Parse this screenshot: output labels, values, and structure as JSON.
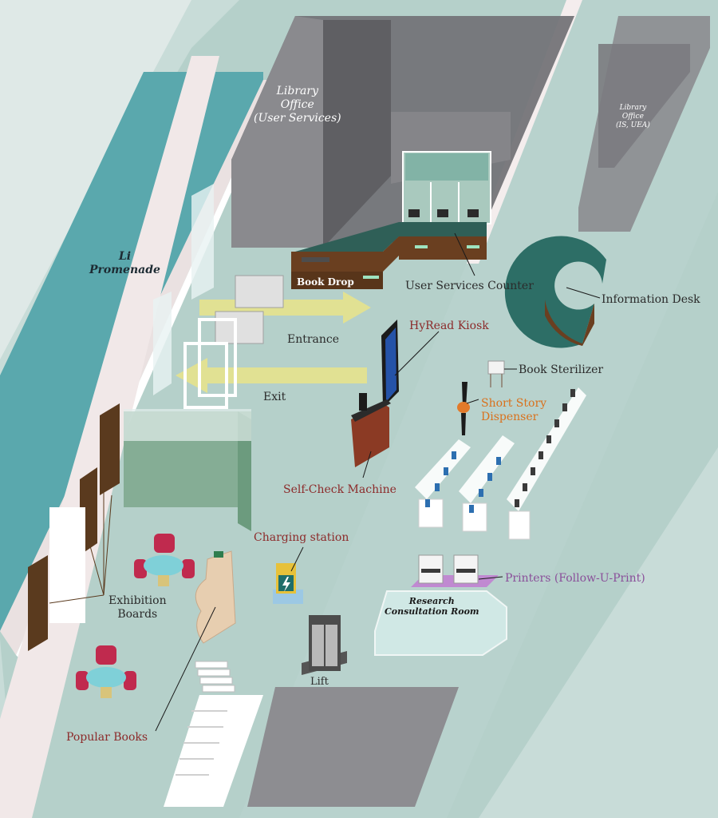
{
  "map": {
    "labels": {
      "library_office_user_services": "Library\nOffice\n(User Services)",
      "library_office_is_uea": "Library\nOffice\n(IS, UEA)",
      "li_promenade": "Li\nPromenade",
      "book_drop": "Book Drop",
      "user_services_counter": "User Services Counter",
      "information_desk": "Information Desk",
      "entrance": "Entrance",
      "exit": "Exit",
      "hyread_kiosk": "HyRead Kiosk",
      "book_sterilizer": "Book Sterilizer",
      "short_story_dispenser": "Short Story\nDispenser",
      "self_check_machine": "Self-Check Machine",
      "charging_station": "Charging station",
      "printers": "Printers (Follow-U-Print)",
      "research_consultation_room": "Research\nConsultation Room",
      "exhibition_boards": "Exhibition\nBoards",
      "lift": "Lift",
      "popular_books": "Popular Books"
    },
    "colors": {
      "floor": "#b5d0ca",
      "promenade": "#5aa8ad",
      "office_box": "#6f6f73",
      "counter": "#2f5f57",
      "desk_wood": "#6a3f20",
      "arrow": "#e9e48a",
      "label_red": "#8c2a2a",
      "label_orange": "#d9711c",
      "label_purple": "#8a4f9a"
    },
    "icons": [
      "arrow-icon",
      "computer-icon",
      "printer-icon",
      "chair-icon",
      "lift-icon",
      "charging-icon",
      "kiosk-icon"
    ]
  }
}
